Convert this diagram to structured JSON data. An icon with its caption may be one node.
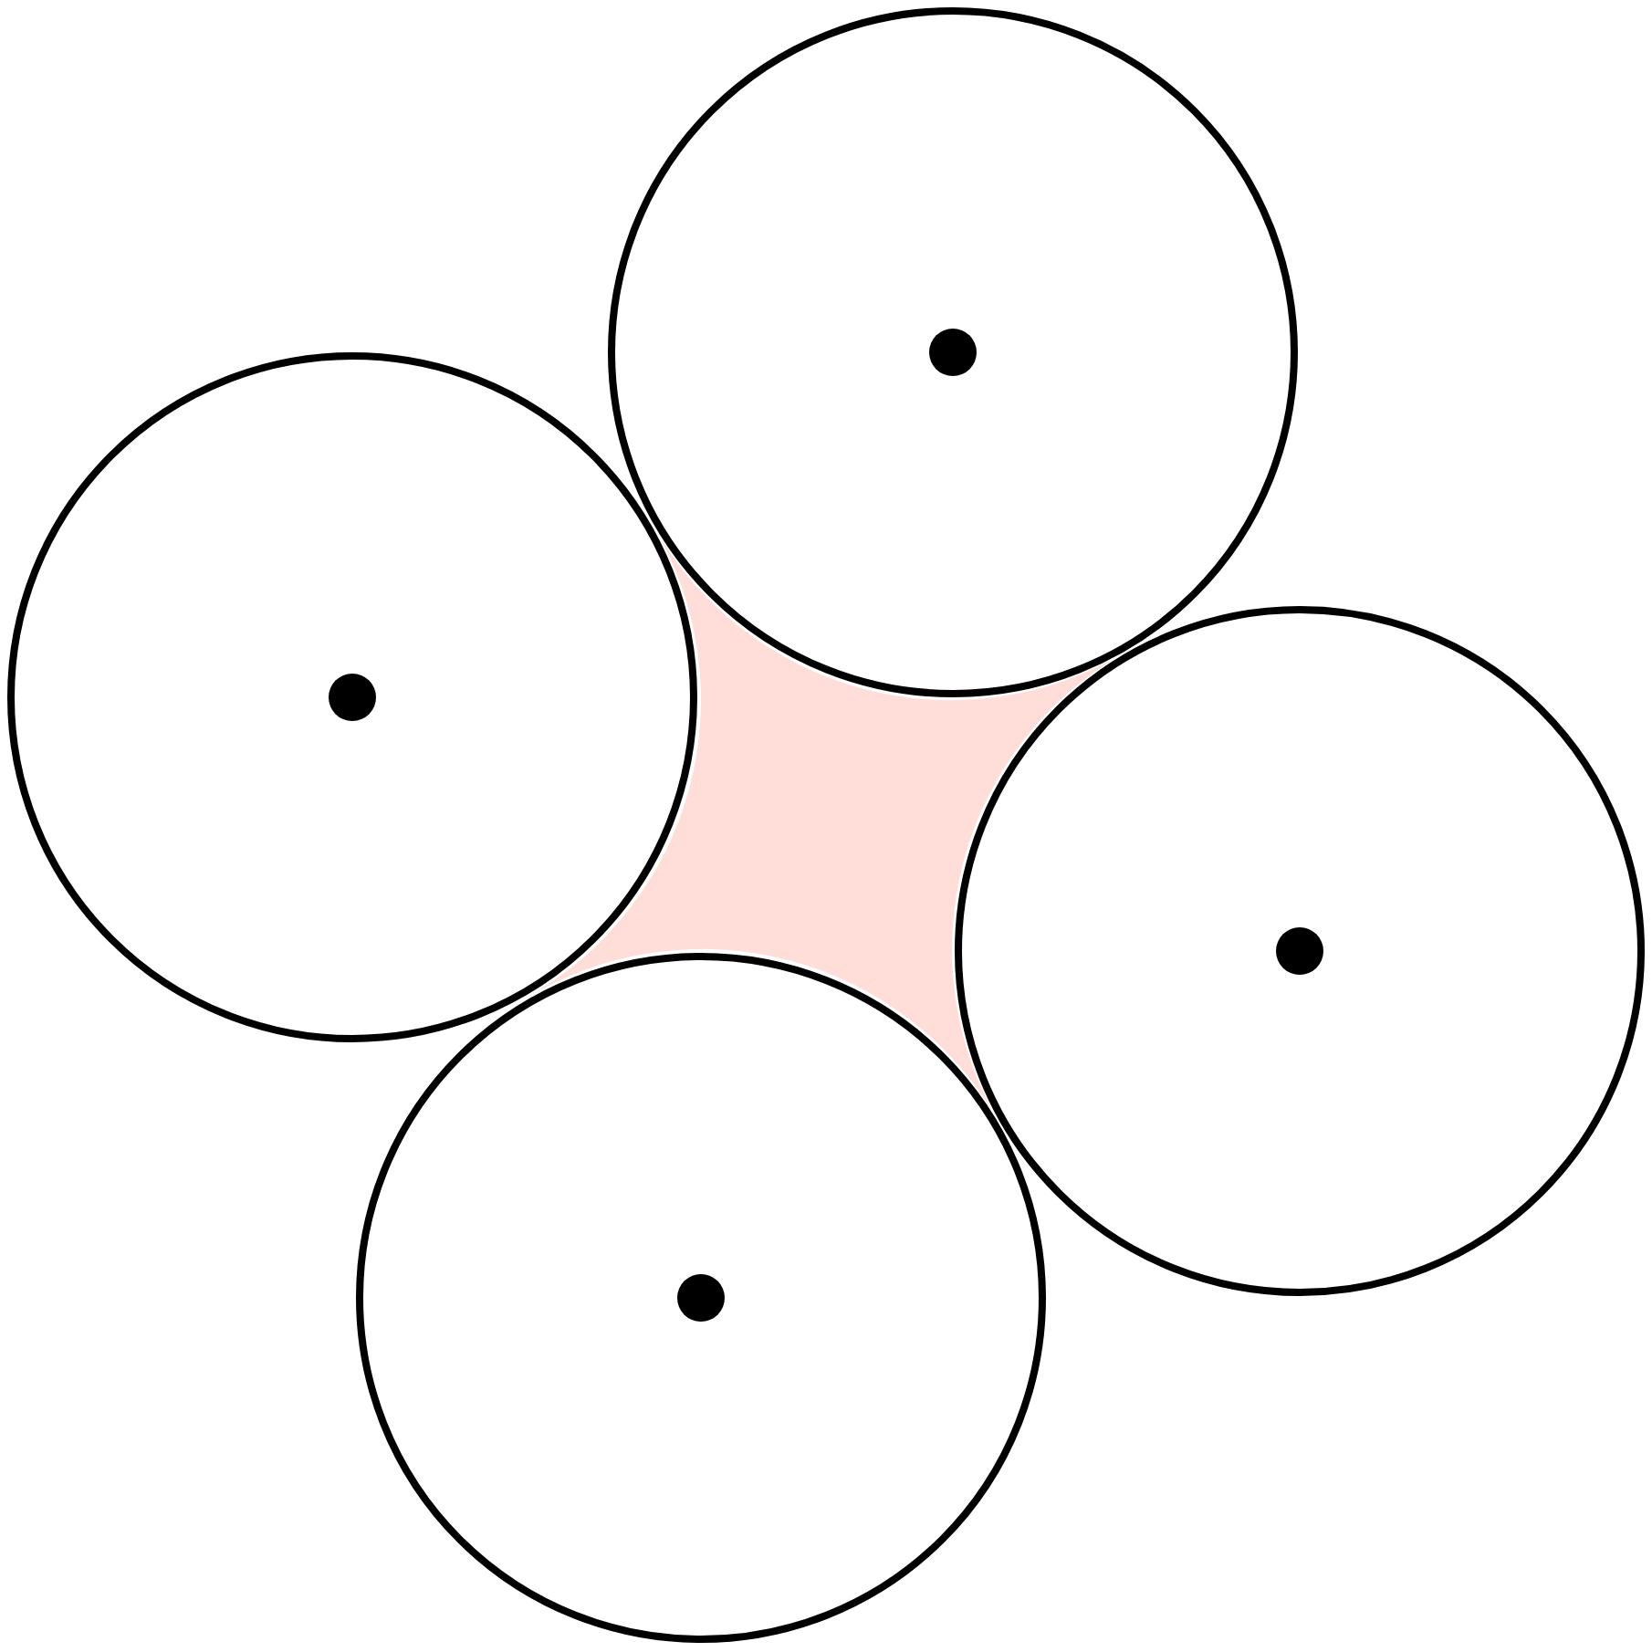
{
  "diagram": {
    "nodes": [
      {
        "text": [],
        "shape": "circle"
      },
      {
        "text": [],
        "shape": "circle"
      },
      {
        "text": [],
        "shape": "region"
      },
      {
        "text": [],
        "shape": "circle"
      },
      {
        "text": [],
        "shape": "circle"
      }
    ]
  }
}
